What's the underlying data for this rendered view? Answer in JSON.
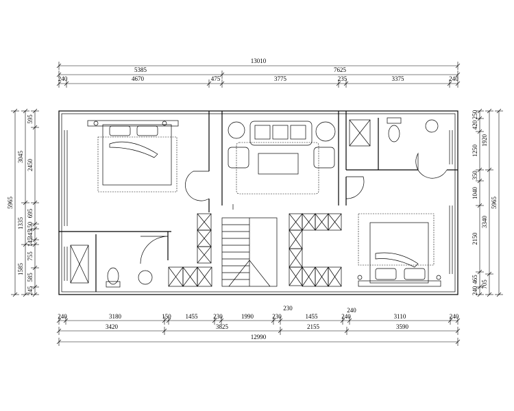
{
  "plan": {
    "dims_top": {
      "overall": "13010",
      "mid": [
        "5385",
        "7625"
      ],
      "detail": [
        "240",
        "4670",
        "475",
        "3775",
        "235",
        "3375",
        "240"
      ]
    },
    "dims_bottom": {
      "detail": [
        "240",
        "3180",
        "150",
        "1455",
        "230",
        "1990",
        "230",
        "1455",
        "240",
        "3110",
        "240"
      ],
      "upper": [
        "230",
        "240"
      ],
      "mid": [
        "3420",
        "3825",
        "2155",
        "3590"
      ],
      "overall": "12990"
    },
    "dims_left": {
      "overall": "5965",
      "mid": [
        "3045",
        "1335",
        "1585"
      ],
      "detail": [
        "595",
        "2450",
        "695",
        "150",
        "345",
        "145",
        "755",
        "585",
        "245"
      ]
    },
    "dims_right": {
      "overall": "5965",
      "mid": [
        "1920",
        "3340",
        "705"
      ],
      "detail": [
        "250",
        "420",
        "1250",
        "350",
        "1040",
        "2150",
        "465",
        "240"
      ]
    }
  }
}
